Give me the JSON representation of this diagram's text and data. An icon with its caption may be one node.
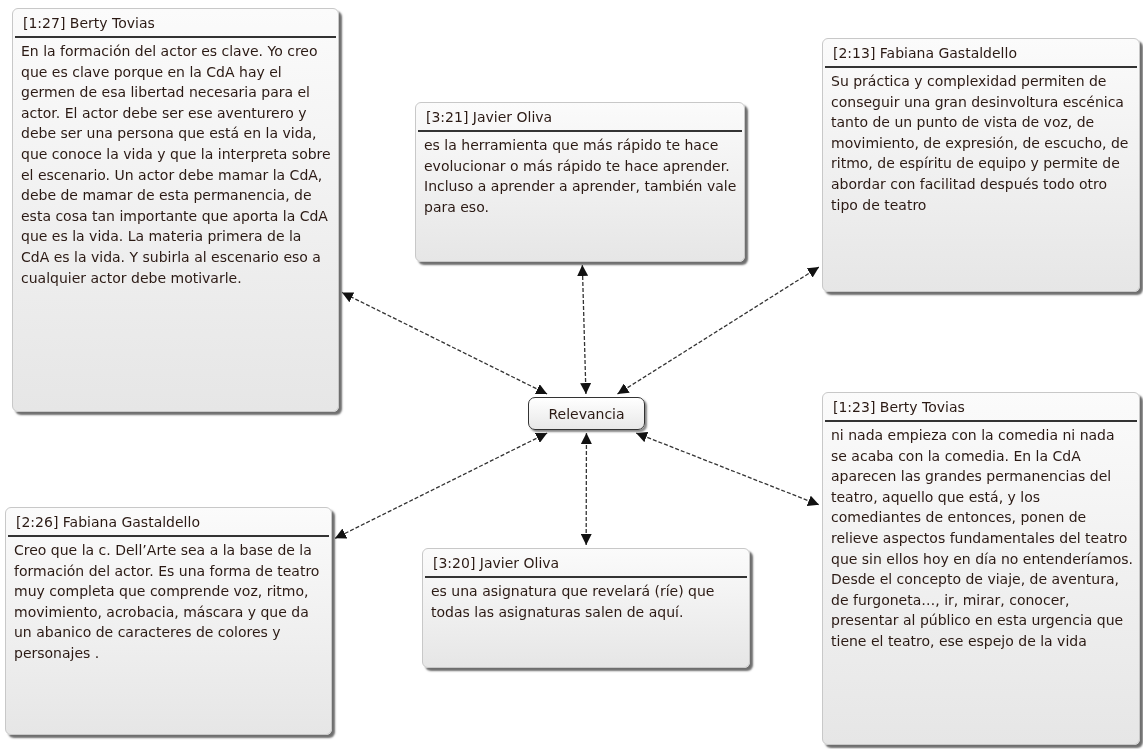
{
  "diagram": {
    "nodes": [
      {
        "text": [
          "[1:27] Berty Tovias",
          "En la formación del actor es clave. Yo creo que es clave porque en la CdA hay el germen de esa libertad necesaria para el actor. El actor debe ser ese aventurero y debe ser una persona que está en la vida, que conoce la vida y que la interpreta sobre el escenario. Un actor debe mamar la CdA, debe de mamar de esta permanencia, de esta cosa tan importante que aporta la CdA que es la vida.  La materia primera de la CdA es la vida. Y subirla al escenario eso a cualquier actor debe motivarle."
        ]
      },
      {
        "text": [
          "[3:21] Javier Oliva",
          "es la herramienta que más rápido te hace evolucionar o más rápido te hace aprender. Incluso a aprender a aprender, también vale para eso."
        ]
      },
      {
        "text": [
          "[2:13] Fabiana Gastaldello",
          "Su práctica y complexidad permiten de conseguir una gran desinvoltura escénica tanto de un punto de vista de voz, de movimiento, de expresión, de escucho, de ritmo, de espíritu de equipo y permite de abordar con facilitad después todo otro tipo de teatro"
        ]
      },
      {
        "text": [
          "Relevancia"
        ]
      },
      {
        "text": [
          "[1:23] Berty Tovias",
          "ni nada empieza con la comedia ni nada se acaba con la comedia. En la CdA aparecen las grandes permanencias del teatro, aquello que está, y los comediantes de entonces, ponen de relieve aspectos fundamentales del teatro que sin ellos hoy en día no entenderíamos. Desde el concepto de viaje, de aventura, de furgoneta…, ir, mirar, conocer, presentar al público en esta urgencia que tiene el teatro, ese espejo de la vida"
        ]
      },
      {
        "text": [
          "[2:26] Fabiana Gastaldello",
          "Creo que la c. Dell’Arte sea a la base de la formación del actor. Es una forma de teatro muy completa que comprende voz, ritmo, movimiento, acrobacia, máscara y que da un abanico de caracteres de colores y personajes ."
        ]
      },
      {
        "text": [
          "[3:20] Javier Oliva",
          "es una asignatura que revelará (ríe) que todas las asignaturas salen de aquí."
        ]
      }
    ],
    "edges": [
      {
        "from": 3,
        "to": 0,
        "arrow": "both",
        "style": "dashed"
      },
      {
        "from": 3,
        "to": 1,
        "arrow": "both",
        "style": "dashed"
      },
      {
        "from": 3,
        "to": 2,
        "arrow": "both",
        "style": "dashed"
      },
      {
        "from": 3,
        "to": 4,
        "arrow": "both",
        "style": "dashed"
      },
      {
        "from": 3,
        "to": 5,
        "arrow": "both",
        "style": "dashed"
      },
      {
        "from": 3,
        "to": 6,
        "arrow": "both",
        "style": "dashed"
      }
    ]
  }
}
